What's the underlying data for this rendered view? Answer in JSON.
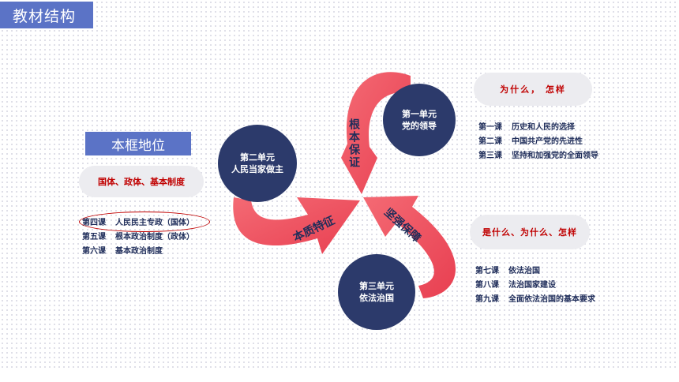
{
  "header": {
    "title": "教材结构"
  },
  "left": {
    "frame_label": "本框地位",
    "pill": "国体、政体、基本制度",
    "lessons": [
      {
        "num": "第四课",
        "name": "人民民主专政（国体）"
      },
      {
        "num": "第五课",
        "name": "根本政治制度（政体）"
      },
      {
        "num": "第六课",
        "name": "基本政治制度"
      }
    ]
  },
  "units": {
    "unit1": {
      "line1": "第一单元",
      "line2": "党的领导"
    },
    "unit2": {
      "line1": "第二单元",
      "line2": "人民当家做主"
    },
    "unit3": {
      "line1": "第三单元",
      "line2": "依法治国"
    }
  },
  "arrows": {
    "top": "根本保证",
    "left": "本质特征",
    "right": "坚强保障"
  },
  "top_right": {
    "pill": "为什么，  怎样",
    "lessons": [
      {
        "num": "第一课",
        "name": "历史和人民的选择"
      },
      {
        "num": "第二课",
        "name": "中国共产党的先进性"
      },
      {
        "num": "第三课",
        "name": "坚持和加强党的全面领导"
      }
    ]
  },
  "bottom_right": {
    "pill": "是什么、为什么、怎样",
    "lessons": [
      {
        "num": "第七课",
        "name": "依法治国"
      },
      {
        "num": "第八课",
        "name": "法治国家建设"
      },
      {
        "num": "第九课",
        "name": "全面依法治国的基本要求"
      }
    ]
  },
  "colors": {
    "accent": "#5b73c6",
    "arrow": "#f05463",
    "circle": "#2c3a6b",
    "highlight": "#c00000"
  }
}
